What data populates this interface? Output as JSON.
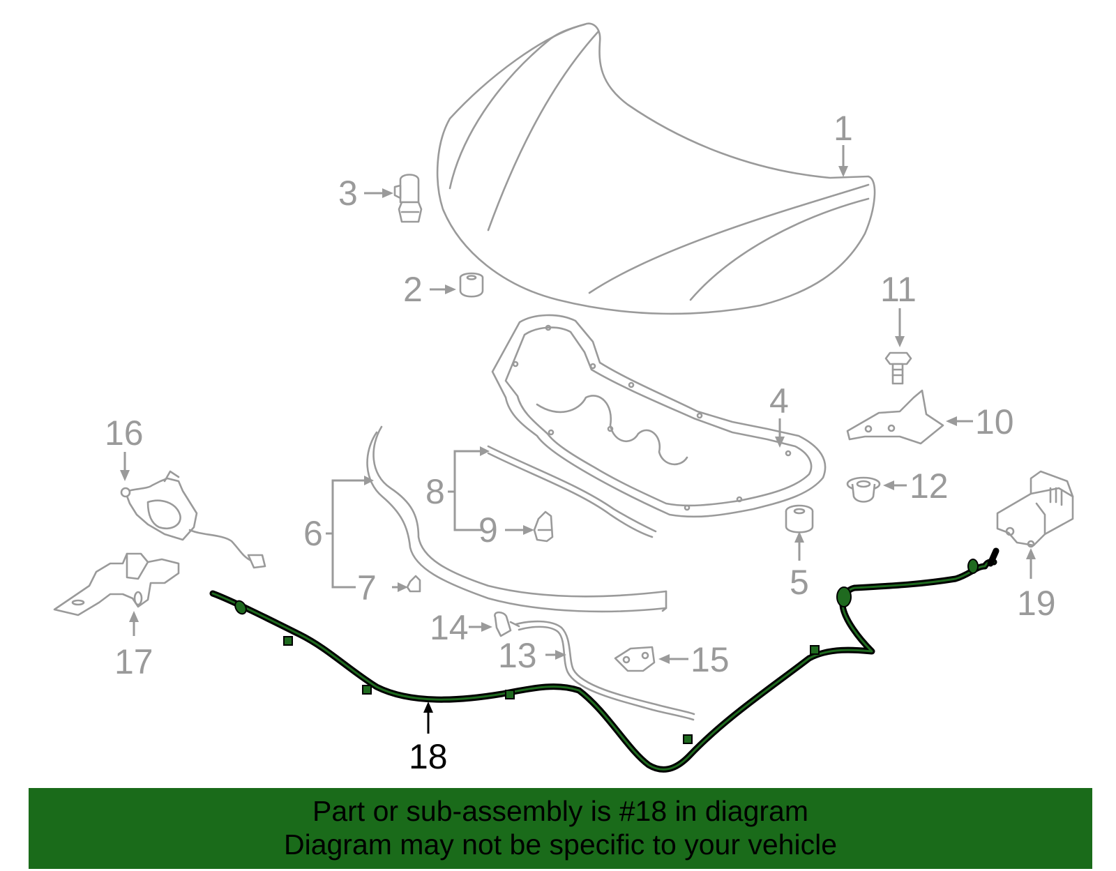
{
  "diagram": {
    "callouts": [
      {
        "id": "1",
        "label": "1"
      },
      {
        "id": "2",
        "label": "2"
      },
      {
        "id": "3",
        "label": "3"
      },
      {
        "id": "4",
        "label": "4"
      },
      {
        "id": "5",
        "label": "5"
      },
      {
        "id": "6",
        "label": "6"
      },
      {
        "id": "7",
        "label": "7"
      },
      {
        "id": "8",
        "label": "8"
      },
      {
        "id": "9",
        "label": "9"
      },
      {
        "id": "10",
        "label": "10"
      },
      {
        "id": "11",
        "label": "11"
      },
      {
        "id": "12",
        "label": "12"
      },
      {
        "id": "13",
        "label": "13"
      },
      {
        "id": "14",
        "label": "14"
      },
      {
        "id": "15",
        "label": "15"
      },
      {
        "id": "16",
        "label": "16"
      },
      {
        "id": "17",
        "label": "17"
      },
      {
        "id": "18",
        "label": "18",
        "highlighted": true
      },
      {
        "id": "19",
        "label": "19"
      }
    ],
    "colors": {
      "part_gray": "#9a9a9a",
      "highlight_black": "#000000",
      "cable_green": "#1f6a1f",
      "banner_green": "#1a6b1a"
    }
  },
  "banner": {
    "line1": "Part or sub-assembly is #18 in diagram",
    "line2": "Diagram may not be specific to your vehicle"
  }
}
